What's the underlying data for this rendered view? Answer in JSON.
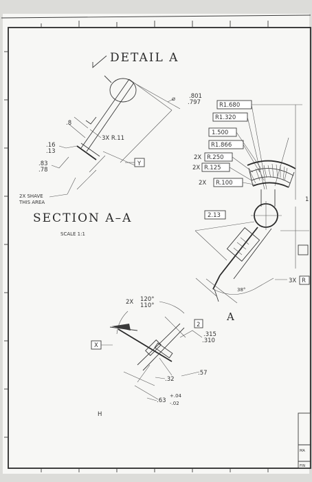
{
  "detail_title": "DETAIL A",
  "section_title": "SECTION A–A",
  "scale_label": "SCALE 1:1",
  "shave_note": [
    "2X SHAVE",
    "THIS AREA"
  ],
  "detail_dims": {
    "dia_upper": ".801",
    "dia_lower": ".797",
    "dia_symbol": "⌀",
    "dim_8": ".8",
    "radius_note": "3X R.11",
    "tol_16": ".16",
    "tol_13": ".13",
    "tol_83": ".83",
    "tol_78": ".78",
    "datum_y": "Y"
  },
  "radii_boxes": [
    "R1.680",
    "R1.320",
    "1.500",
    "R1.866"
  ],
  "radius_250": {
    "prefix": "2X",
    "value": "R.250"
  },
  "radius_125": {
    "prefix": "2X",
    "value": "R.125"
  },
  "radius_100": {
    "prefix": "2X",
    "value": "R.100"
  },
  "dim_213": "2.13",
  "angle_38": "38°",
  "label_a": "A",
  "side_note": {
    "prefix": "3X",
    "value": "R"
  },
  "lower_dims": {
    "angle_prefix": "2X",
    "angle_upper": "120°",
    "angle_lower": "110°",
    "box_2": "2",
    "d315": ".315",
    "d310": ".310",
    "d57": ".57",
    "d32": ".32",
    "d63": ".63",
    "tol_plus": "+.04",
    "tol_minus": "-.02",
    "datum_x": "X",
    "mark_h": "H"
  },
  "edge_digit": "1",
  "title_block": [
    "MA",
    "FIN"
  ]
}
